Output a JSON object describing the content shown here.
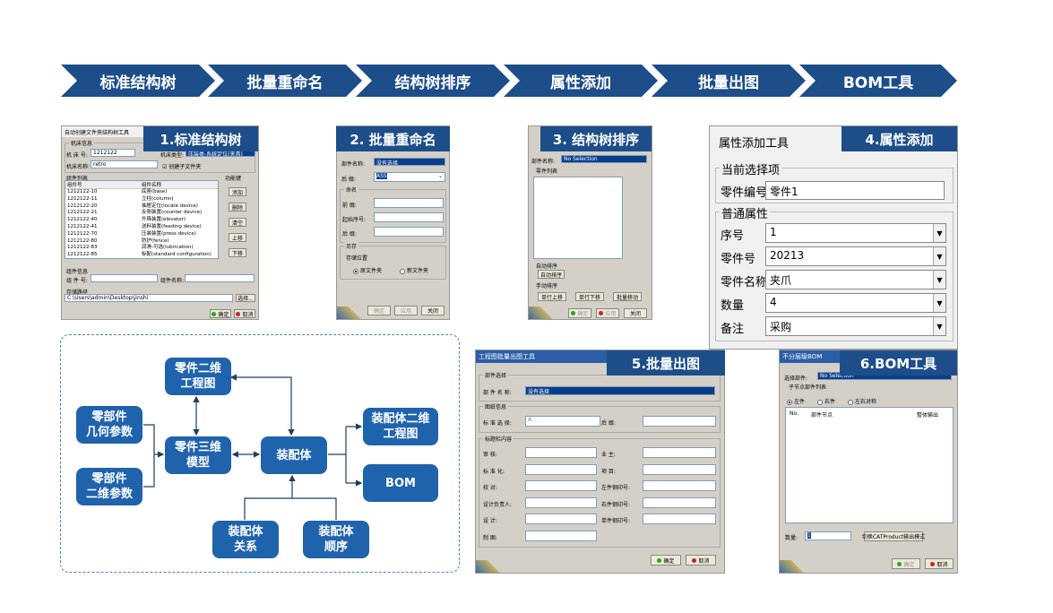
{
  "steps": [
    "标准结构树",
    "批量重命名",
    "结构树排序",
    "属性添加",
    "批量出图",
    "BOM工具"
  ],
  "panel1": {
    "badge": "1.标准结构树",
    "title": "自动创建文件夹结构树工具",
    "machine_info": "机床信息",
    "machine_no_label": "机 床 号:",
    "machine_no": "1212122",
    "type_label": "机床类型:",
    "type_value": "压装类-系统定位(夹具)",
    "machine_name_label": "机床名称:",
    "machine_name": "retro",
    "create_sub": "创建子文件夹",
    "list_label": "组件列表",
    "func_label": "功能键",
    "col_no": "组件号",
    "col_name": "组件名称",
    "rows": [
      [
        "1212122-10",
        "底座(base)"
      ],
      [
        "1212122-11",
        "立柱(column)"
      ],
      [
        "1212122-20",
        "抽屉定位(locate device)"
      ],
      [
        "1212122-21",
        "反侧装置(counter device)"
      ],
      [
        "1212122-40",
        "升降装置(elevator)"
      ],
      [
        "1212122-41",
        "送料装置(feeding device)"
      ],
      [
        "1212122-70",
        "压装装置(press device)"
      ],
      [
        "1212122-80",
        "防护(fence)"
      ],
      [
        "1212122-83",
        "润滑-可选(lubrication)"
      ],
      [
        "1212122-85",
        "标配(standard configuration)"
      ]
    ],
    "btns": [
      "添加",
      "删除",
      "清空",
      "上移",
      "下移"
    ],
    "comp_info": "组件信息",
    "comp_no": "组 件 号:",
    "comp_name": "组件名称:",
    "path_label": "存储路径",
    "path": "C:\\Users\\admin\\Desktop\\jinshi",
    "browse": "选择...",
    "ok": "确定",
    "cancel": "取消"
  },
  "panel2": {
    "badge": "2. 批量重命名",
    "part_label": "部件名称:",
    "part_value": "没有选择",
    "suffix_label": "后    缀:",
    "suffix_value": "ASS",
    "naming": "命名",
    "prefix": "前    缀:",
    "start": "起始序号:",
    "post": "后    缀:",
    "save": "另存",
    "location": "存储位置",
    "orig": "原文件夹",
    "newf": "新文件夹",
    "b1": "确定",
    "b2": "应用",
    "b3": "关闭"
  },
  "panel3": {
    "badge": "3. 结构树排序",
    "part_label": "部件名称:",
    "part_value": "No Selection",
    "list": "零件列表",
    "auto": "自动排序",
    "auto_btn": "自动排序",
    "manual": "手动排序",
    "up": "单行上移",
    "down": "单行下移",
    "batch": "批量移动",
    "ok": "确定",
    "apply": "应用",
    "close": "关闭"
  },
  "panel4": {
    "title": "属性添加工具",
    "badge": "4.属性添加",
    "current": "当前选择项",
    "part_no_label": "零件编号",
    "part_no": "零件1",
    "common": "普通属性",
    "fields": [
      [
        "序号",
        "1"
      ],
      [
        "零件号",
        "20213"
      ],
      [
        "零件名称",
        "夹爪"
      ],
      [
        "数量",
        "4"
      ],
      [
        "备注",
        "采购"
      ]
    ]
  },
  "panel5": {
    "title": "工程图批量出图工具",
    "badge": "5.批量出图",
    "part_sel": "部件选择",
    "part_label": "部 件 名 称:",
    "part_value": "没有选择",
    "frame": "图纸信息",
    "std_label": "标 准 选 择:",
    "std_value": "A...",
    "suffix": "后    缀:",
    "title_block": "标题栏内容",
    "left": [
      "审    核:",
      "标  准  化:",
      "校    对:",
      "设计负责人:",
      "设    计:",
      "制    图:"
    ],
    "right": [
      "业    主:",
      "项    目:",
      "左件钢印号:",
      "右件钢印号:",
      "单件钢印号:"
    ],
    "ok": "确定",
    "cancel": "取消"
  },
  "panel6": {
    "title": "不分层级BOM",
    "badge": "6.BOM工具",
    "part_label": "选择部件:",
    "part_value": "No Selection",
    "child": "子节点部件列表",
    "r1": "左件",
    "r2": "右件",
    "r3": "左右对称",
    "col1": "No.",
    "col2": "部件节点",
    "col3": "整体输出",
    "qty": "数量:",
    "qty_value": "1",
    "switch": "切换CATProduct输出模式",
    "ok": "确定",
    "cancel": "取消"
  },
  "diagram": {
    "part2d": "零件二维\n工程图",
    "geo": "零部件\n几何参数",
    "part3d": "零件三维\n模型",
    "p2d": "零部件\n二维参数",
    "asm": "装配体",
    "asm2d": "装配体二维\n工程图",
    "bom": "BOM",
    "rel": "装配体\n关系",
    "seq": "装配体\n顺序"
  },
  "colors": {
    "brand": "#1d4e8a",
    "node": "#1f63ad"
  }
}
